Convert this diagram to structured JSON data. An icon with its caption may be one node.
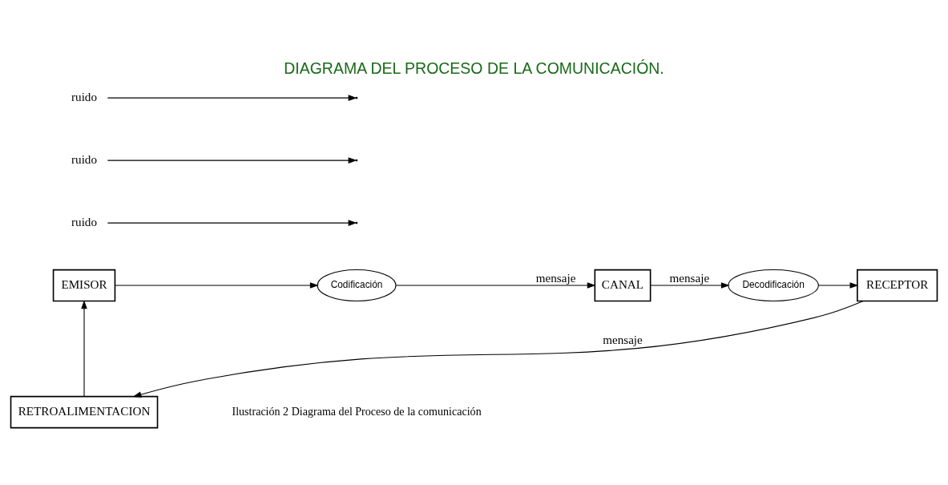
{
  "diagram": {
    "title": "DIAGRAMA DEL PROCESO DE LA COMUNICACIÓN.",
    "caption": "Ilustración 2 Diagrama del Proceso de la comunicación",
    "nodes": [
      {
        "text": [
          "EMISOR"
        ]
      },
      {
        "text": [
          "Codificación"
        ]
      },
      {
        "text": [
          "CANAL"
        ]
      },
      {
        "text": [
          "Decodificación"
        ]
      },
      {
        "text": [
          "RECEPTOR"
        ]
      },
      {
        "text": [
          "RETROALIMENTACION"
        ]
      },
      {
        "text": [
          "ruido"
        ]
      },
      {
        "text": [
          "ruido"
        ]
      },
      {
        "text": [
          "ruido"
        ]
      }
    ],
    "edges": [
      {
        "from": 0,
        "to": 1,
        "arrow": "to"
      },
      {
        "from": 1,
        "to": 2,
        "arrow": "to",
        "label": "mensaje"
      },
      {
        "from": 2,
        "to": 3,
        "arrow": "to",
        "label": "mensaje"
      },
      {
        "from": 3,
        "to": 4,
        "arrow": "to"
      },
      {
        "from": 4,
        "to": 5,
        "arrow": "to",
        "label": "mensaje"
      },
      {
        "from": 5,
        "to": 0,
        "arrow": "to"
      },
      {
        "from": 6,
        "to": null,
        "arrow": "to"
      },
      {
        "from": 7,
        "to": null,
        "arrow": "to"
      },
      {
        "from": 8,
        "to": null,
        "arrow": "to"
      }
    ]
  }
}
